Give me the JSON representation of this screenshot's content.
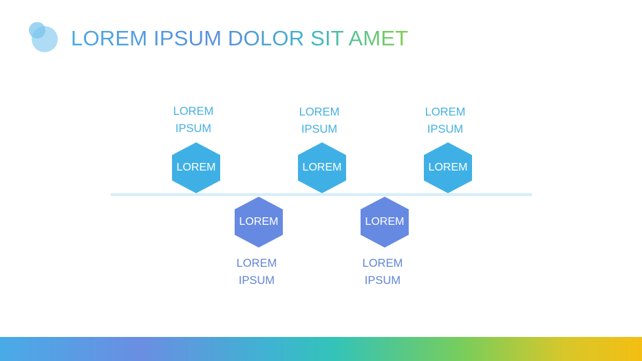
{
  "header": {
    "title": "LOREM IPSUM DOLOR SIT AMET"
  },
  "timeline": {
    "items": [
      {
        "hex_label": "LOREM",
        "caption_line1": "LOREM",
        "caption_line2": "IPSUM",
        "position": "up"
      },
      {
        "hex_label": "LOREM",
        "caption_line1": "LOREM",
        "caption_line2": "IPSUM",
        "position": "down"
      },
      {
        "hex_label": "LOREM",
        "caption_line1": "LOREM",
        "caption_line2": "IPSUM",
        "position": "up"
      },
      {
        "hex_label": "LOREM",
        "caption_line1": "LOREM",
        "caption_line2": "IPSUM",
        "position": "down"
      },
      {
        "hex_label": "LOREM",
        "caption_line1": "LOREM",
        "caption_line2": "IPSUM",
        "position": "up"
      }
    ]
  },
  "colors": {
    "up_hex": "#3fb0e6",
    "down_hex": "#6689e2",
    "line": "#d6eefa"
  }
}
